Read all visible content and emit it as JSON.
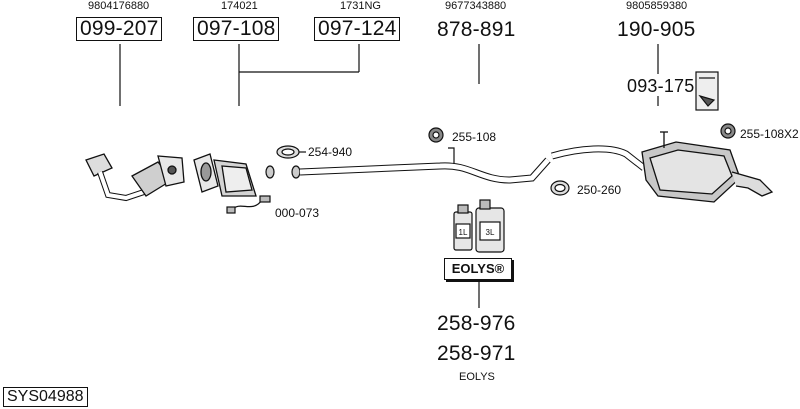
{
  "diagram": {
    "parts": [
      {
        "ref": "9804176880",
        "number": "099-207"
      },
      {
        "ref": "174021",
        "number": "097-108"
      },
      {
        "ref": "1731NG",
        "number": "097-124"
      },
      {
        "ref": "9677343880",
        "number": "878-891"
      },
      {
        "ref": "9805859380",
        "number": "190-905"
      }
    ],
    "secondary_numbers": {
      "mount": "093-175",
      "clamp_front": "254-940",
      "mount_mid": "255-108",
      "sensor": "000-073",
      "clamp_rear": "250-260",
      "mount_rear": "255-108X2",
      "additive_1": "258-976",
      "additive_2": "258-971"
    },
    "eolys": {
      "brand": "EOLYS®",
      "caption": "EOLYS",
      "bottle_small": "1L",
      "bottle_large": "3L"
    },
    "code": "SYS04988"
  }
}
